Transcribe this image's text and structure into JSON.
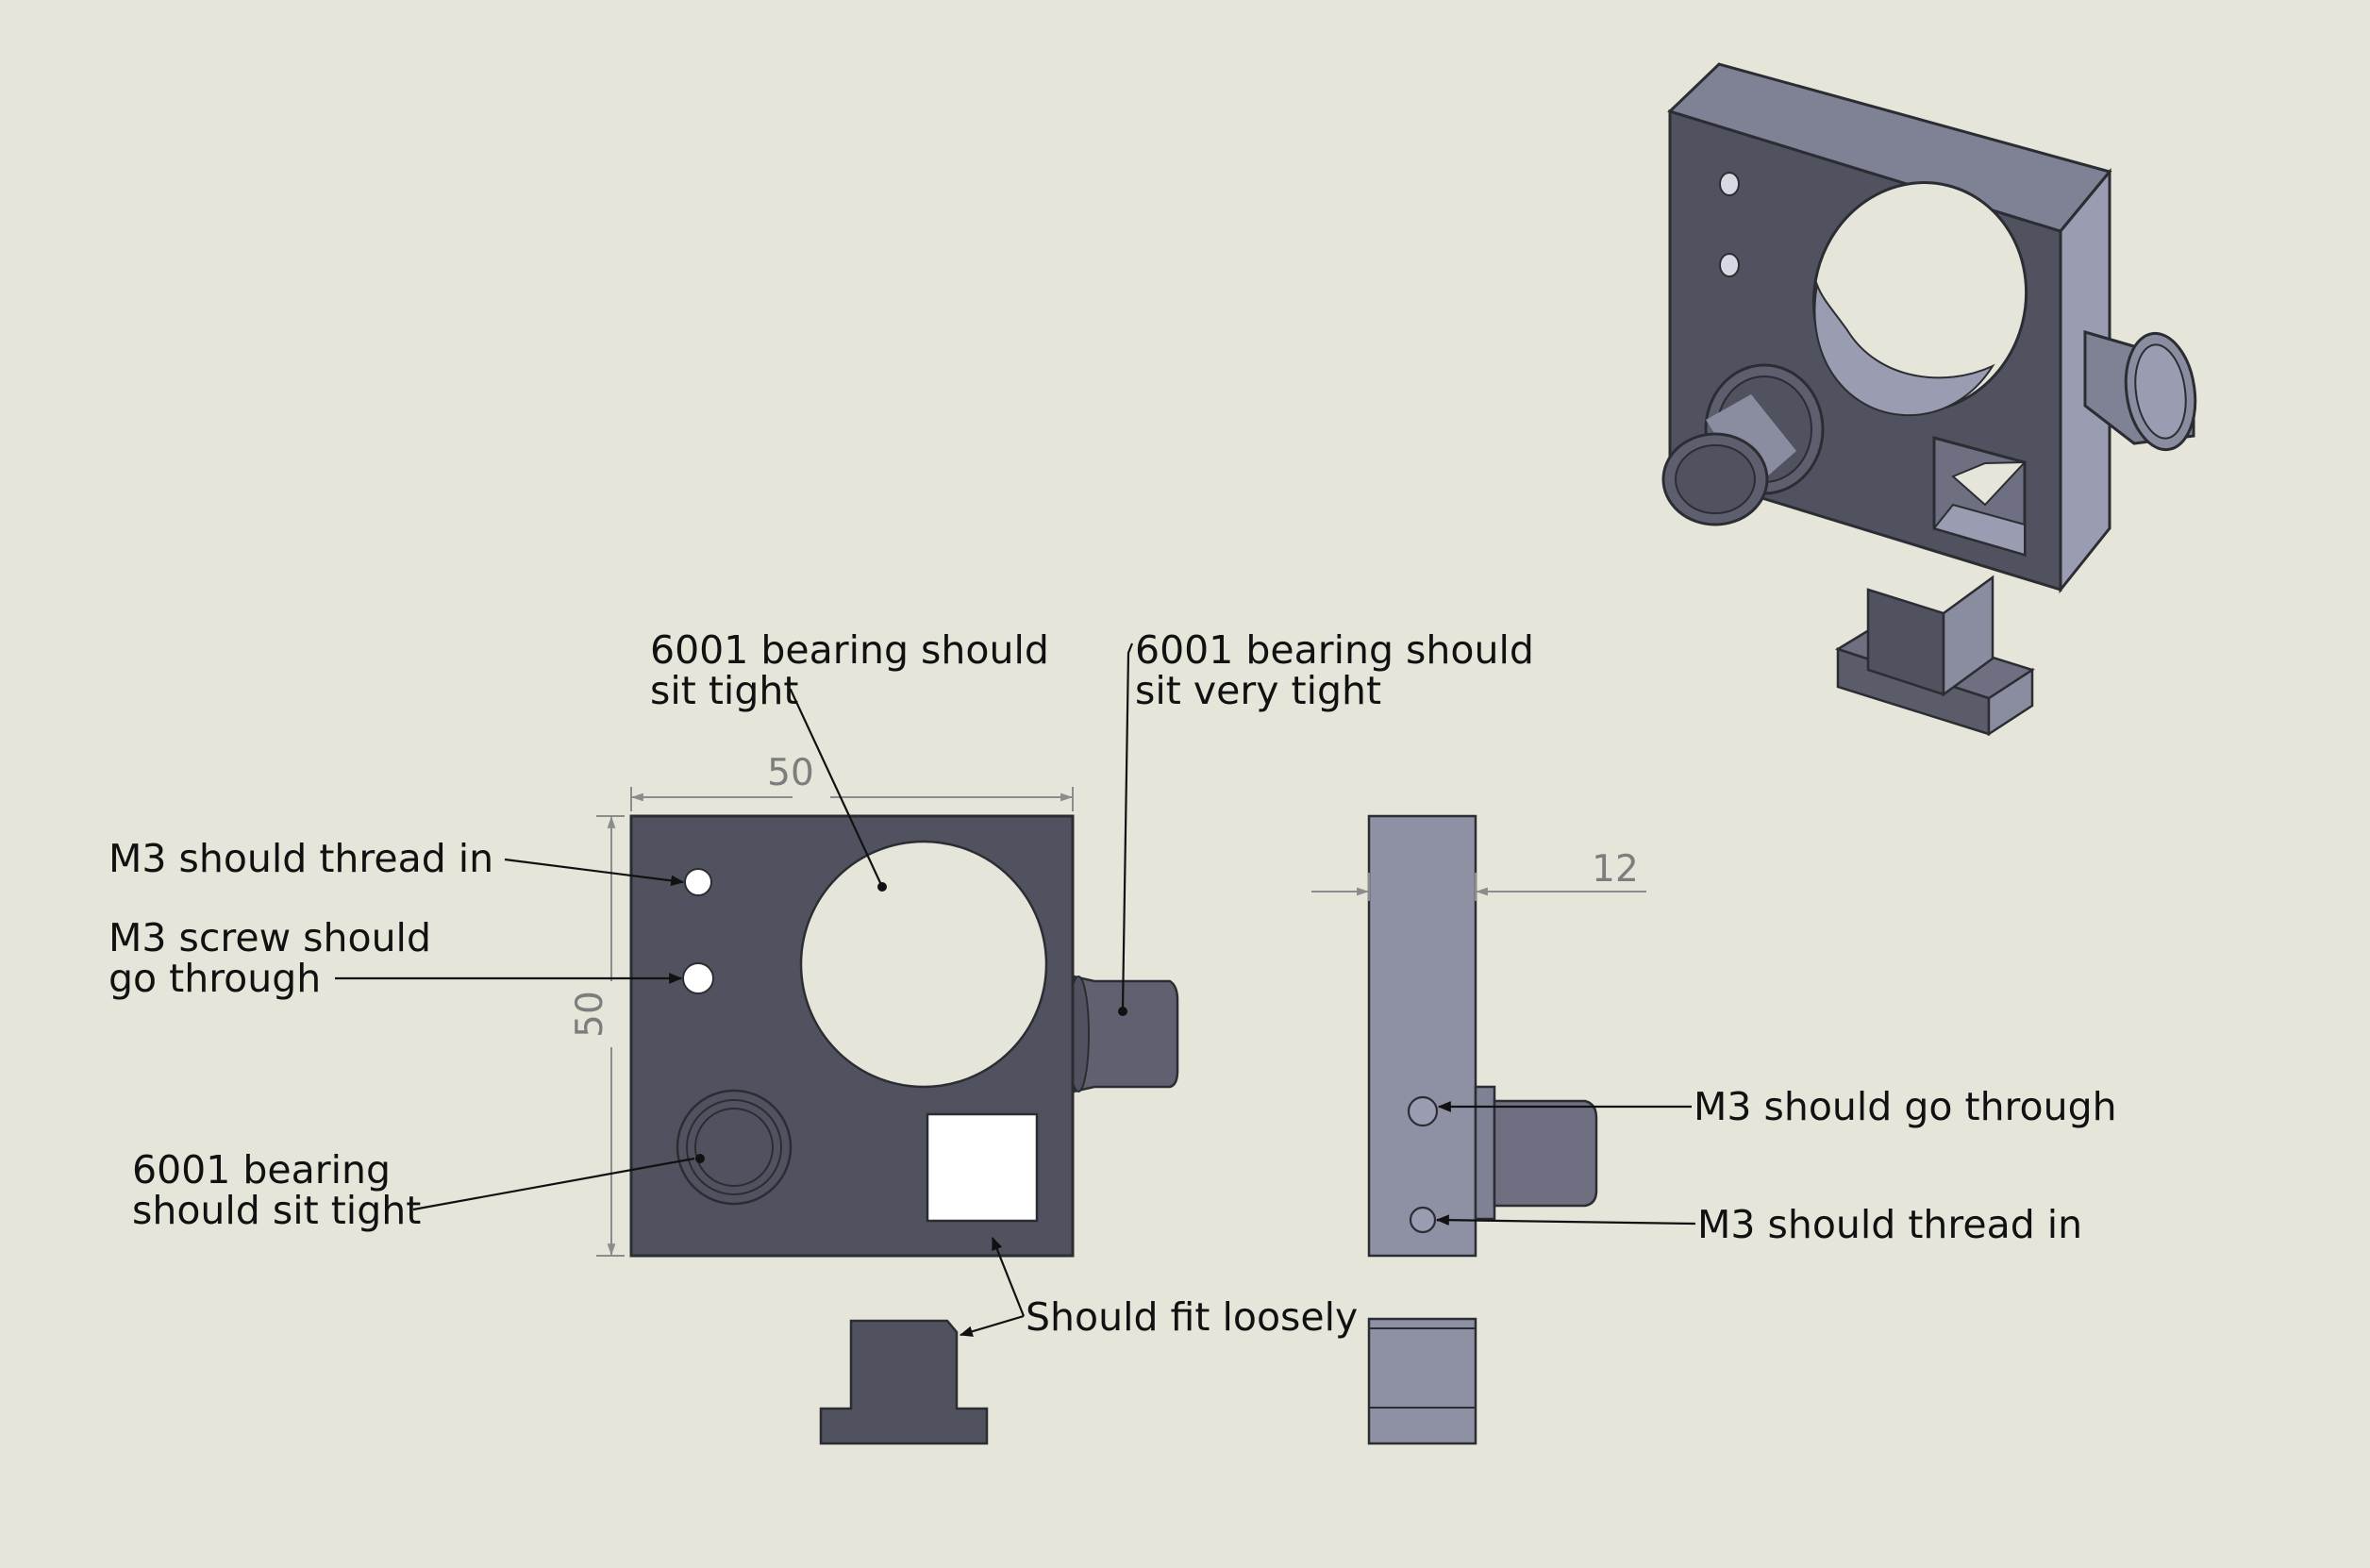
{
  "dimensions": {
    "top_width": "50",
    "left_height": "50",
    "side_thickness": "12"
  },
  "notes": {
    "bearing_center": [
      "6001 bearing should",
      "sit tight"
    ],
    "bearing_right": [
      "6001 bearing should",
      "sit very tight"
    ],
    "m3_thread_left": "M3 should thread in",
    "m3_through_left": [
      "M3 screw should",
      "go through"
    ],
    "bearing_lower_left": [
      "6001 bearing",
      "should sit tight"
    ],
    "fit_loosely": "Should fit loosely",
    "m3_through_right": "M3 should go through",
    "m3_thread_right": "M3 should thread in"
  },
  "colors": {
    "background": "#e6e5da",
    "part_face": "#50525f",
    "part_side": "#8e90a4",
    "part_light": "#9a9cb2",
    "text": "#111111",
    "dimension": "#7d7d7d"
  }
}
